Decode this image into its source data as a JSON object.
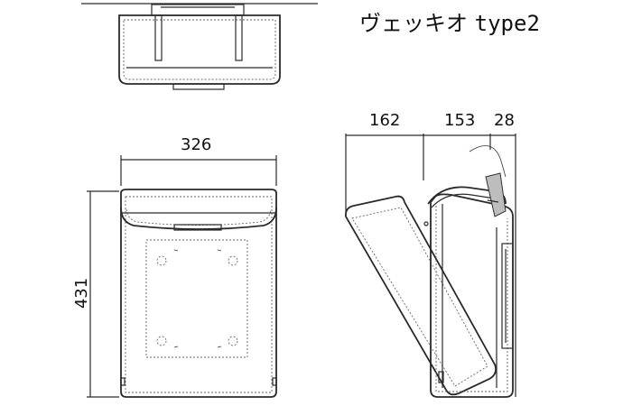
{
  "title": {
    "product_name": "ヴェッキオ",
    "model": "type2"
  },
  "dimensions": {
    "width": "326",
    "height": "431",
    "side_lid_open_depth": "162",
    "side_body_depth": "153",
    "side_handle_depth": "28"
  },
  "units_note": ""
}
